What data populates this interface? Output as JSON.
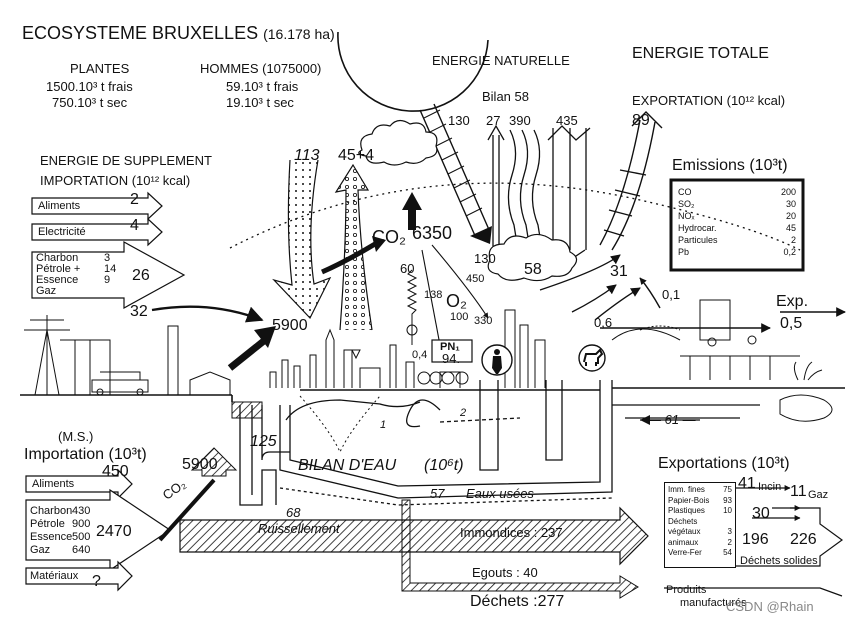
{
  "title": "ECOSYSTEME BRUXELLES",
  "area": "(16.178 ha)",
  "plantes": {
    "label": "PLANTES",
    "line1": "1500.10³ t frais",
    "line2": "750.10³ t sec"
  },
  "hommes": {
    "label": "HOMMES (1075000)",
    "line1": "59.10³ t frais",
    "line2": "19.10³ t sec"
  },
  "energie_naturelle": {
    "label": "ENERGIE NATURELLE",
    "bilan": "Bilan 58",
    "inputs": [
      "130",
      "27",
      "390",
      "435"
    ]
  },
  "energie_totale": {
    "label": "ENERGIE TOTALE",
    "exportation": "EXPORTATION (10¹² kcal)",
    "value": "89"
  },
  "supplement": {
    "title1": "ENERGIE DE SUPPLEMENT",
    "title2": "IMPORTATION (10¹² kcal)",
    "aliments": {
      "label": "Aliments",
      "value": "2"
    },
    "electricite": {
      "label": "Electricité",
      "value": "4"
    },
    "fuels": [
      {
        "label": "Charbon",
        "value": "3"
      },
      {
        "label": "Pétrole +",
        "value": "14"
      },
      {
        "label": "Essence",
        "value": ""
      },
      {
        "label": "Gaz",
        "value": "9"
      }
    ],
    "fuels_total": "26",
    "total": "32"
  },
  "emissions": {
    "title": "Emissions (10³t)",
    "rows": [
      {
        "name": "CO",
        "value": "200"
      },
      {
        "name": "SO₂",
        "value": "30"
      },
      {
        "name": "NOₓ",
        "value": "20"
      },
      {
        "name": "Hydrocar.",
        "value": "45"
      },
      {
        "name": "Particules",
        "value": "2"
      },
      {
        "name": "Pb",
        "value": "0,2"
      }
    ]
  },
  "flows": {
    "v113": "113",
    "v45_4": "45+4",
    "co2": "CO₂",
    "v6350": "6350",
    "v130_low": "130",
    "v60": "60",
    "v138": "138",
    "o2": "O₂",
    "v100": "100",
    "v330": "330",
    "v450": "450",
    "v58": "58",
    "v31": "31",
    "v01": "0,1",
    "exp": "Exp.",
    "v06": "0,6",
    "v05": "0,5",
    "v5900": "5900",
    "pn": "PN₁",
    "v04": "0,4",
    "v94": "94.",
    "v61": "— 61 —",
    "v1": "1",
    "v2": "2"
  },
  "ms": {
    "label": "(M.S.)",
    "importation": "Importation (10³t)",
    "v450": "450",
    "v5900": "5900",
    "co2": "CO₂",
    "aliments": "Aliments",
    "fuels": [
      {
        "label": "Charbon",
        "value": "430"
      },
      {
        "label": "Pétrole",
        "value": "900"
      },
      {
        "label": "Essence",
        "value": "500"
      },
      {
        "label": "Gaz",
        "value": "640"
      }
    ],
    "total": "2470",
    "materiaux": "Matériaux",
    "materiaux_value": "?"
  },
  "eau": {
    "v125": "125",
    "bilan": "BILAN D'EAU",
    "unit": "(10⁶t)",
    "v57": "57",
    "eaux_usees": "Eaux usées",
    "v68": "68",
    "ruissellement": "Ruissellement"
  },
  "dechets": {
    "immondices": "Immondices : 237",
    "egouts": "Egouts : 40",
    "total": "Déchets :277"
  },
  "exportations": {
    "title": "Exportations (10³t)",
    "v41": "41",
    "incin": "Incin",
    "v11": "11",
    "gaz": "Gaz",
    "v30": "30",
    "v196": "196",
    "v226": "226",
    "solides": "Déchets solides",
    "rows": [
      {
        "name": "Imm. fines",
        "value": "75"
      },
      {
        "name": "Papier-Bois",
        "value": "93"
      },
      {
        "name": "Plastiques",
        "value": "10"
      },
      {
        "name": "Déchets",
        "value": ""
      },
      {
        "name": "végétaux",
        "value": "3"
      },
      {
        "name": "animaux",
        "value": "2"
      },
      {
        "name": "Verre-Fer",
        "value": "54"
      }
    ],
    "produits": "Produits",
    "manufactures": "manufacturés",
    "watermark": "CSDN @Rhain"
  }
}
